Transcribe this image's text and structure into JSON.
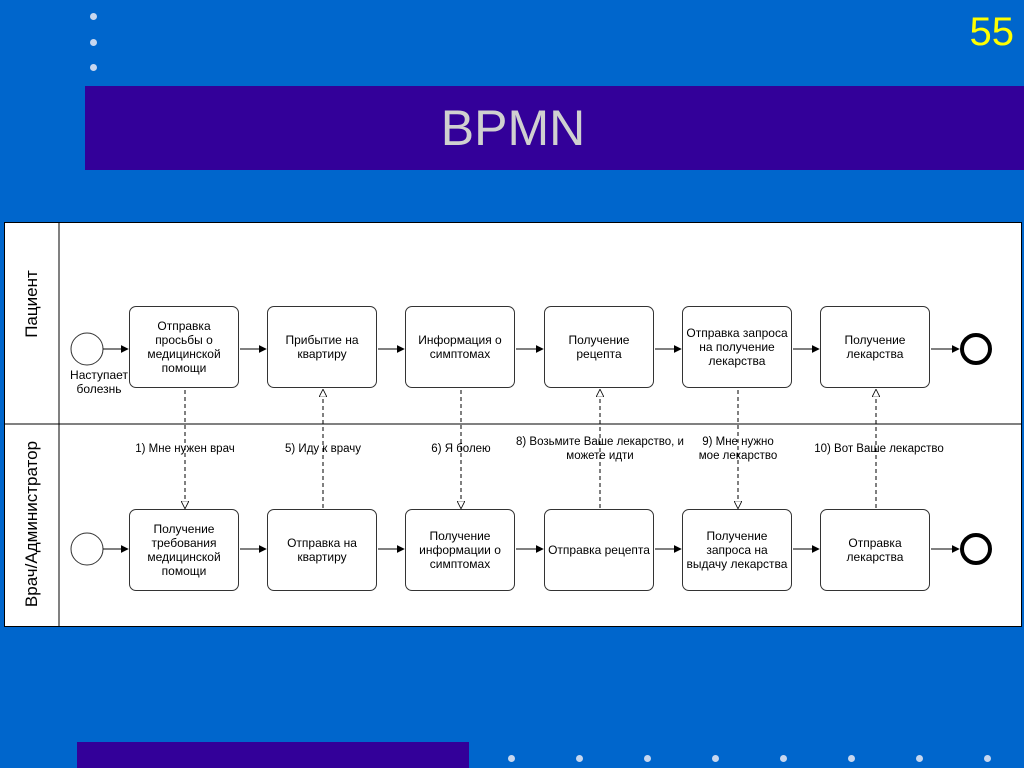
{
  "slide": {
    "number": "55",
    "title": "BPMN"
  },
  "lanes": [
    {
      "label": "Пациент"
    },
    {
      "label": "Врач/Администратор"
    }
  ],
  "start_event": {
    "label": "Наступает болезнь"
  },
  "tasks_patient": [
    "Отправка просьбы о медицинской помощи",
    "Прибытие на квартиру",
    "Информация о симптомах",
    "Получение рецепта",
    "Отправка запроса на получение лекарства",
    "Получение лекарства"
  ],
  "tasks_doctor": [
    "Получение требования медицинской помощи",
    "Отправка на квартиру",
    "Получение информации о симптомах",
    "Отправка рецепта",
    "Получение запроса на выдачу лекарства",
    "Отправка лекарства"
  ],
  "messages": [
    "1) Мне нужен врач",
    "5) Иду к врачу",
    "6) Я болею",
    "8) Возьмите Ваше лекарство, и можете идти",
    "9) Мне нужно мое лекарство",
    "10) Вот Ваше лекарство"
  ]
}
